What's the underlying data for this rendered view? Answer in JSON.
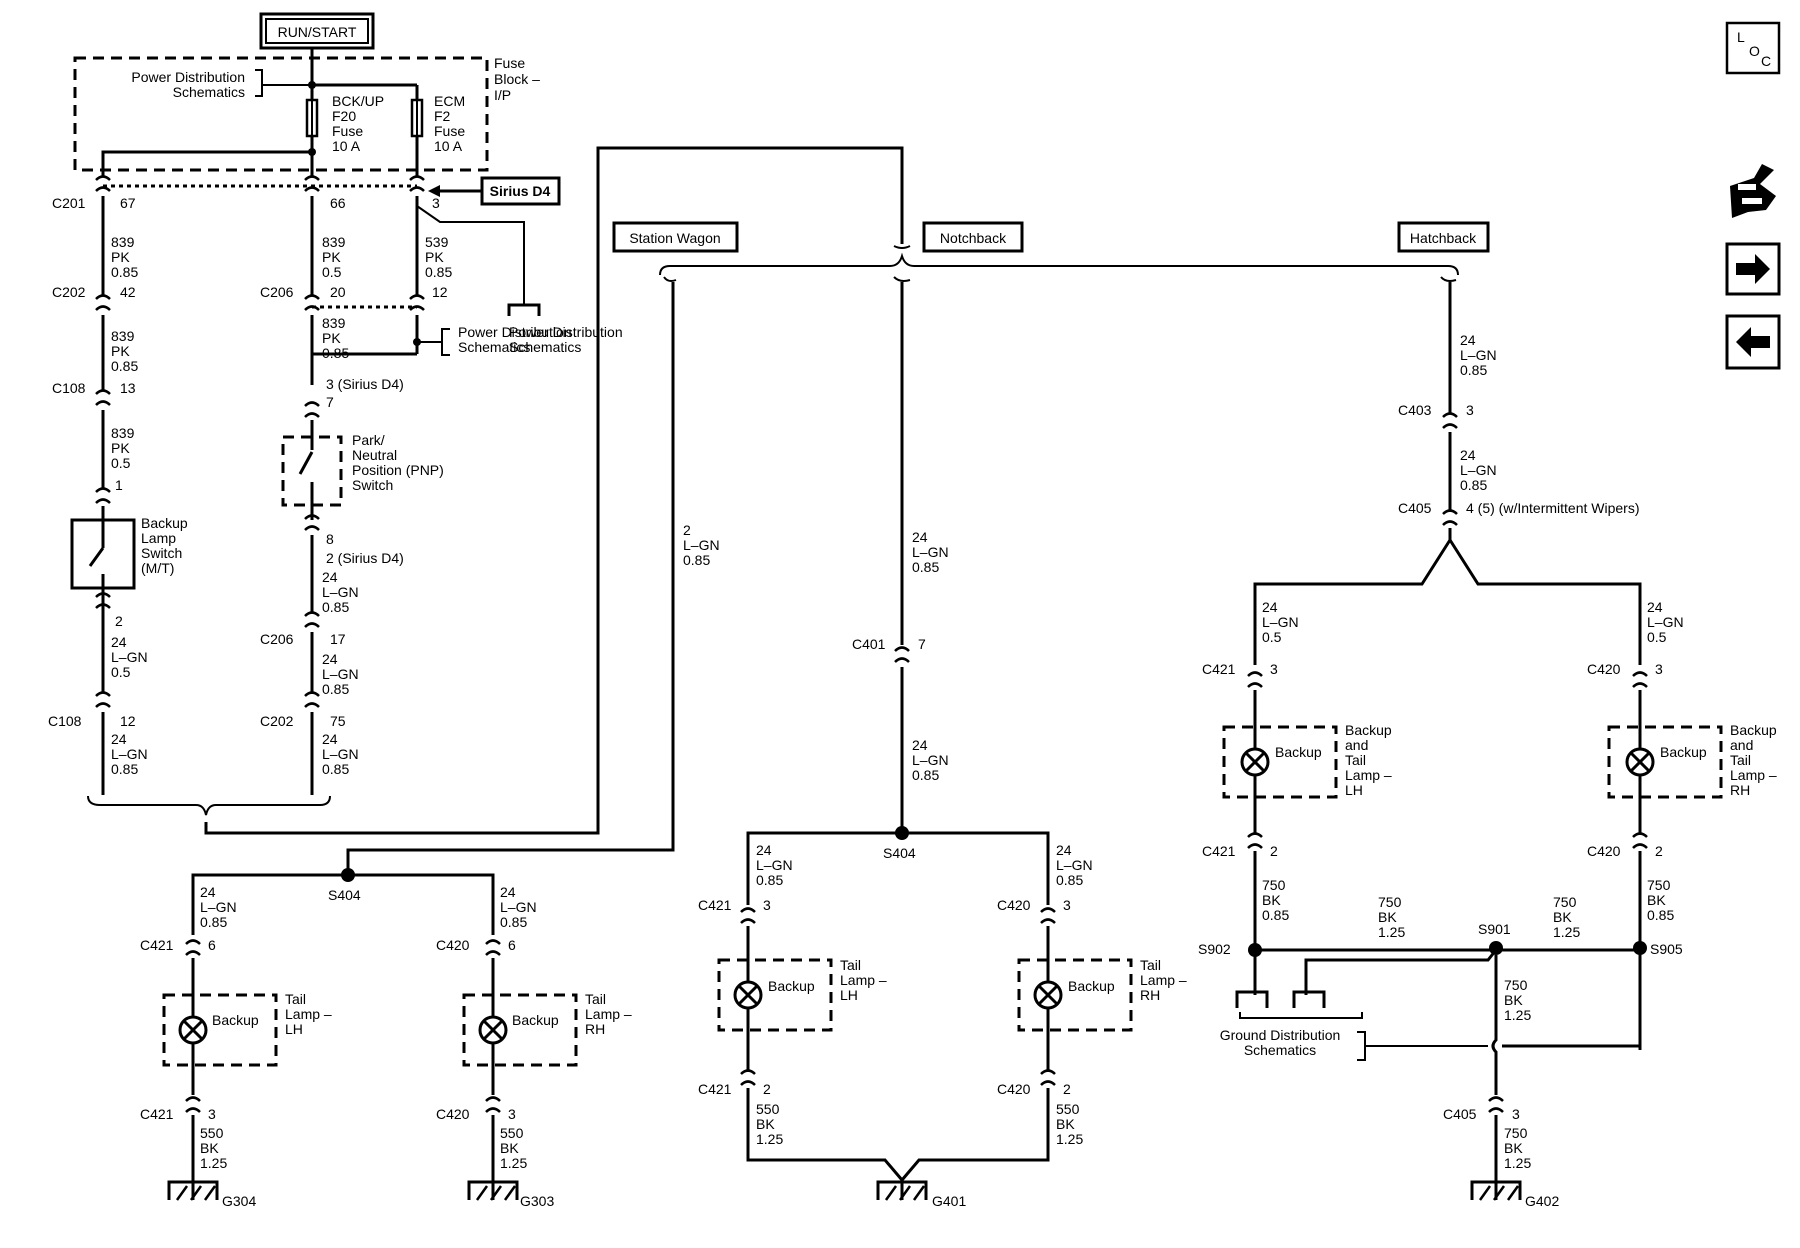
{
  "nav": {
    "loc_label": "LOC",
    "loc_l": "L",
    "loc_o": "O",
    "loc_c": "C"
  },
  "labels": {
    "run_start": "RUN/START",
    "pds1_l1": "Power Distribution",
    "pds1_l2": "Schematics",
    "fb_l1": "Fuse",
    "fb_l2": "Block –",
    "fb_l3": "I/P",
    "bck_l1": "BCK/UP",
    "bck_l2": "F20",
    "bck_l3": "Fuse",
    "bck_l4": "10 A",
    "ecm_l1": "ECM",
    "ecm_l2": "F2",
    "ecm_l3": "Fuse",
    "ecm_l4": "10 A",
    "sirius_d4": "Sirius D4",
    "pds2_l1": "Power Distribution",
    "pds2_l2": "Schematics",
    "pnp_l1": "Park/",
    "pnp_l2": "Neutral",
    "pnp_l3": "Position (PNP)",
    "pnp_l4": "Switch",
    "bls_l1": "Backup",
    "bls_l2": "Lamp",
    "bls_l3": "Switch",
    "bls_l4": "(M/T)",
    "station_wagon": "Station Wagon",
    "notchback": "Notchback",
    "hatchback": "Hatchback",
    "backup": "Backup",
    "tail": "Tail",
    "lamp_dash": "Lamp –",
    "lh": "LH",
    "rh": "RH",
    "bt_and": "and",
    "bt_lamp": "Lamp –",
    "gds_l1": "Ground Distribution",
    "gds_l2": "Schematics"
  },
  "connectors": {
    "c201": "C201",
    "c202": "C202",
    "c206": "C206",
    "c108": "C108",
    "c401": "C401",
    "c403": "C403",
    "c405": "C405",
    "c420": "C420",
    "c421": "C421"
  },
  "splices": {
    "s404": "S404",
    "s901": "S901",
    "s902": "S902",
    "s905": "S905"
  },
  "grounds": {
    "g304": "G304",
    "g303": "G303",
    "g401": "G401",
    "g402": "G402"
  },
  "pins": {
    "p1": "1",
    "p2": "2",
    "p3": "3",
    "p4": "4",
    "p6": "6",
    "p7": "7",
    "p8": "8",
    "p12": "12",
    "p13": "13",
    "p17": "17",
    "p20": "20",
    "p42": "42",
    "p66": "66",
    "p67": "67",
    "p75": "75",
    "p3_sirius": "3 (Sirius D4)",
    "p2_sirius": "2 (Sirius D4)",
    "p4_5_wiper": "4 (5) (w/Intermittent Wipers)"
  },
  "wire": {
    "n839": "839",
    "n539": "539",
    "n24": "24",
    "n2": "2",
    "n550": "550",
    "n750": "750",
    "pk": "PK",
    "lgn": "L–GN",
    "bk": "BK",
    "g05": "0.5",
    "g085": "0.85",
    "g125": "1.25"
  }
}
